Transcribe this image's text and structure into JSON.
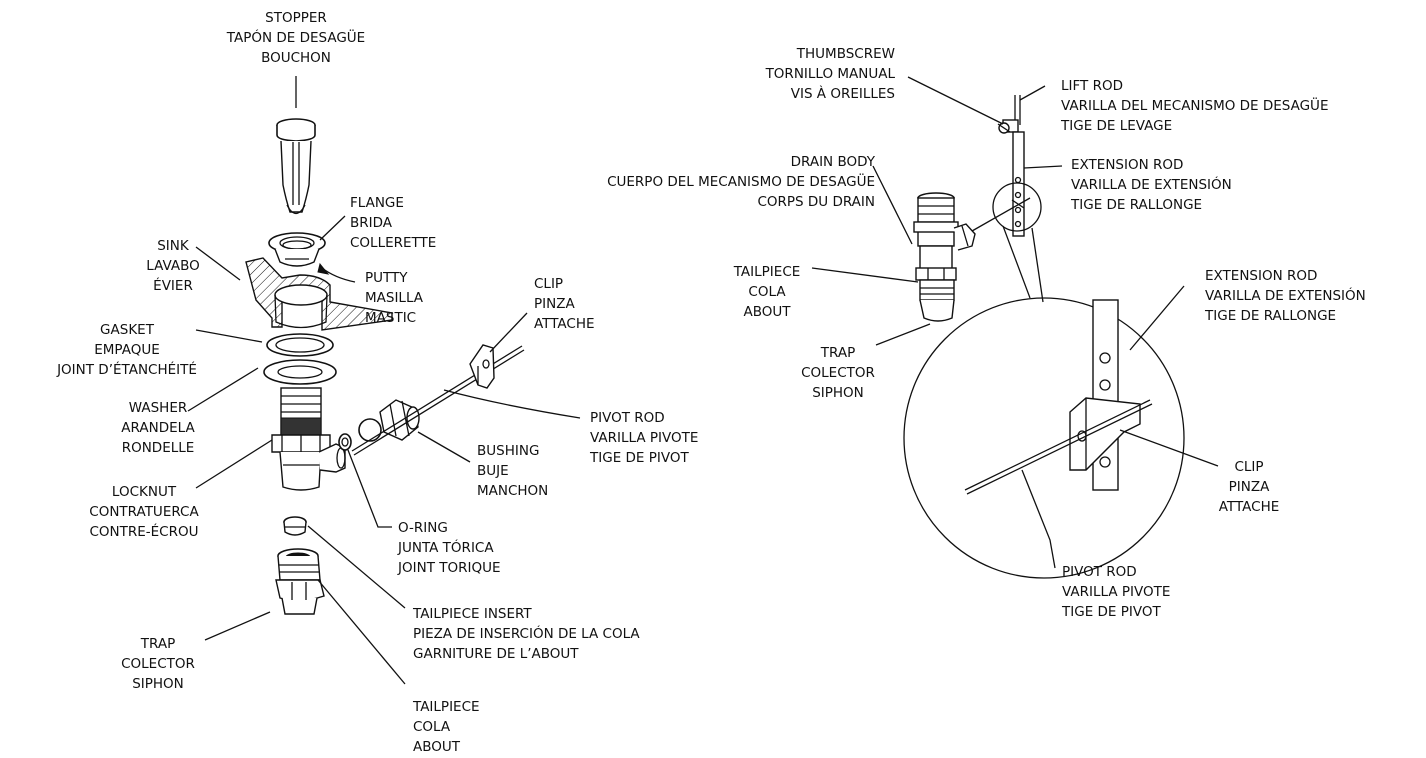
{
  "labels": {
    "stopper": [
      "STOPPER",
      "TAPÓN DE DESAGÜE",
      "BOUCHON"
    ],
    "flange": [
      "FLANGE",
      "BRIDA",
      "COLLERETTE"
    ],
    "sink": [
      "SINK",
      "LAVABO",
      "ÉVIER"
    ],
    "putty": [
      "PUTTY",
      "MASILLA",
      "MASTIC"
    ],
    "gasket": [
      "GASKET",
      "EMPAQUE",
      "JOINT D’ÉTANCHÉITÉ"
    ],
    "washer": [
      "WASHER",
      "ARANDELA",
      "RONDELLE"
    ],
    "locknut": [
      "LOCKNUT",
      "CONTRATUERCA",
      "CONTRE-ÉCROU"
    ],
    "clip_left": [
      "CLIP",
      "PINZA",
      "ATTACHE"
    ],
    "pivot_rod_left": [
      "PIVOT ROD",
      "VARILLA PIVOTE",
      "TIGE DE PIVOT"
    ],
    "bushing": [
      "BUSHING",
      "BUJE",
      "MANCHON"
    ],
    "o_ring": [
      "O-RING",
      "JUNTA TÓRICA",
      "JOINT TORIQUE"
    ],
    "tailpiece_insert": [
      "TAILPIECE INSERT",
      "PIEZA DE INSERCIÓN DE LA COLA",
      "GARNITURE DE L’ABOUT"
    ],
    "trap_left": [
      "TRAP",
      "COLECTOR",
      "SIPHON"
    ],
    "tailpiece_left": [
      "TAILPIECE",
      "COLA",
      "ABOUT"
    ],
    "thumbscrew": [
      "THUMBSCREW",
      "TORNILLO MANUAL",
      "VIS À OREILLES"
    ],
    "lift_rod": [
      "LIFT ROD",
      "VARILLA DEL MECANISMO DE DESAGÜE",
      "TIGE DE LEVAGE"
    ],
    "drain_body": [
      "DRAIN BODY",
      "CUERPO DEL MECANISMO DE DESAGÜE",
      "CORPS DU DRAIN"
    ],
    "extension_rod_top": [
      "EXTENSION ROD",
      "VARILLA DE EXTENSIÓN",
      "TIGE DE RALLONGE"
    ],
    "tailpiece_right": [
      "TAILPIECE",
      "COLA",
      "ABOUT"
    ],
    "trap_right": [
      "TRAP",
      "COLECTOR",
      "SIPHON"
    ],
    "extension_rod_detail": [
      "EXTENSION ROD",
      "VARILLA DE EXTENSIÓN",
      "TIGE DE RALLONGE"
    ],
    "clip_right": [
      "CLIP",
      "PINZA",
      "ATTACHE"
    ],
    "pivot_rod_right": [
      "PIVOT ROD",
      "VARILLA PIVOTE",
      "TIGE DE PIVOT"
    ]
  }
}
